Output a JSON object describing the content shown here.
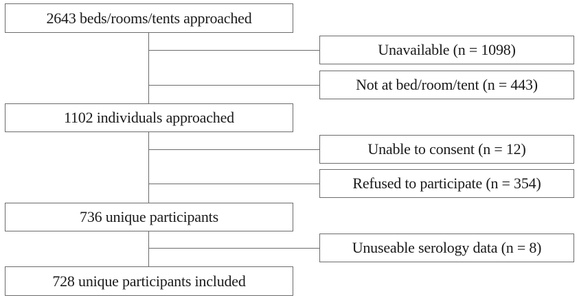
{
  "flowchart": {
    "steps": [
      {
        "label": "2643 beds/rooms/tents approached"
      },
      {
        "label": "1102 individuals approached"
      },
      {
        "label": "736 unique participants"
      },
      {
        "label": "728 unique participants included"
      }
    ],
    "exclusions": [
      {
        "label": "Unavailable (n = 1098)"
      },
      {
        "label": "Not at bed/room/tent (n = 443)"
      },
      {
        "label": "Unable to consent (n = 12)"
      },
      {
        "label": "Refused to participate (n = 354)"
      },
      {
        "label": "Unuseable serology data (n = 8)"
      }
    ]
  }
}
